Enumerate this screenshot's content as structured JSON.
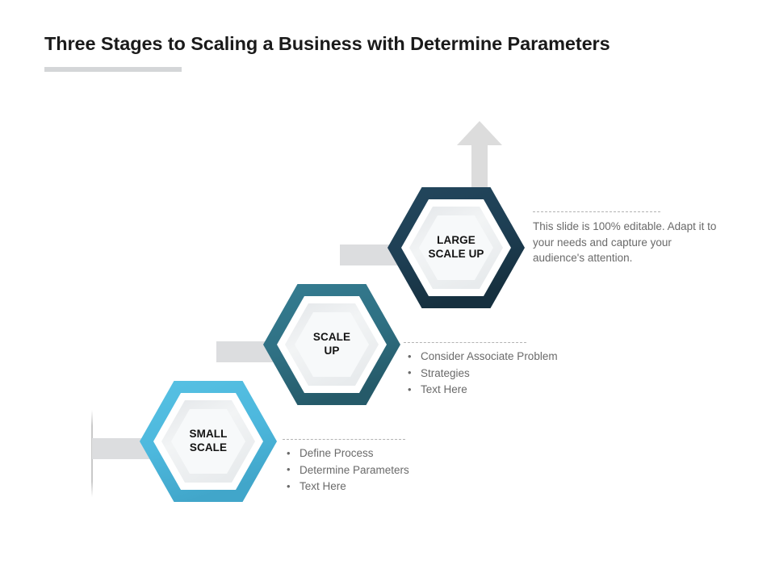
{
  "slide": {
    "title": "Three Stages to Scaling a Business with Determine Parameters",
    "background_color": "#ffffff",
    "title_color": "#1a1a1a",
    "title_underline_color": "#d4d6d8"
  },
  "diagram": {
    "type": "ascending-hexagon-staircase",
    "arrow": {
      "name": "growth-arrow",
      "direction": "up",
      "color": "#dcdcdc"
    },
    "connector_color": "#dcdddf",
    "stages": [
      {
        "id": "small-scale",
        "label_line1": "SMALL",
        "label_line2": "SCALE",
        "ring_color": "#4db8dd",
        "inner_color": "#eef0f2",
        "position": "bottom"
      },
      {
        "id": "scale-up",
        "label_line1": "SCALE",
        "label_line2": "UP",
        "ring_color": "#2f7083",
        "inner_color": "#eef0f2",
        "position": "middle"
      },
      {
        "id": "large-scale-up",
        "label_line1": "LARGE",
        "label_line2": "SCALE UP",
        "ring_color": "#1e3f54",
        "inner_color": "#eef0f2",
        "position": "top"
      }
    ]
  },
  "text_blocks": {
    "top": {
      "id": "large-scale-up-text",
      "paragraph": "This slide is 100% editable. Adapt it to your needs and capture your audience's attention."
    },
    "middle": {
      "id": "scale-up-text",
      "bullets": [
        "Consider Associate Problem",
        "Strategies",
        "Text Here"
      ]
    },
    "bottom": {
      "id": "small-scale-text",
      "bullets": [
        "Define Process",
        "Determine Parameters",
        "Text Here"
      ]
    }
  }
}
